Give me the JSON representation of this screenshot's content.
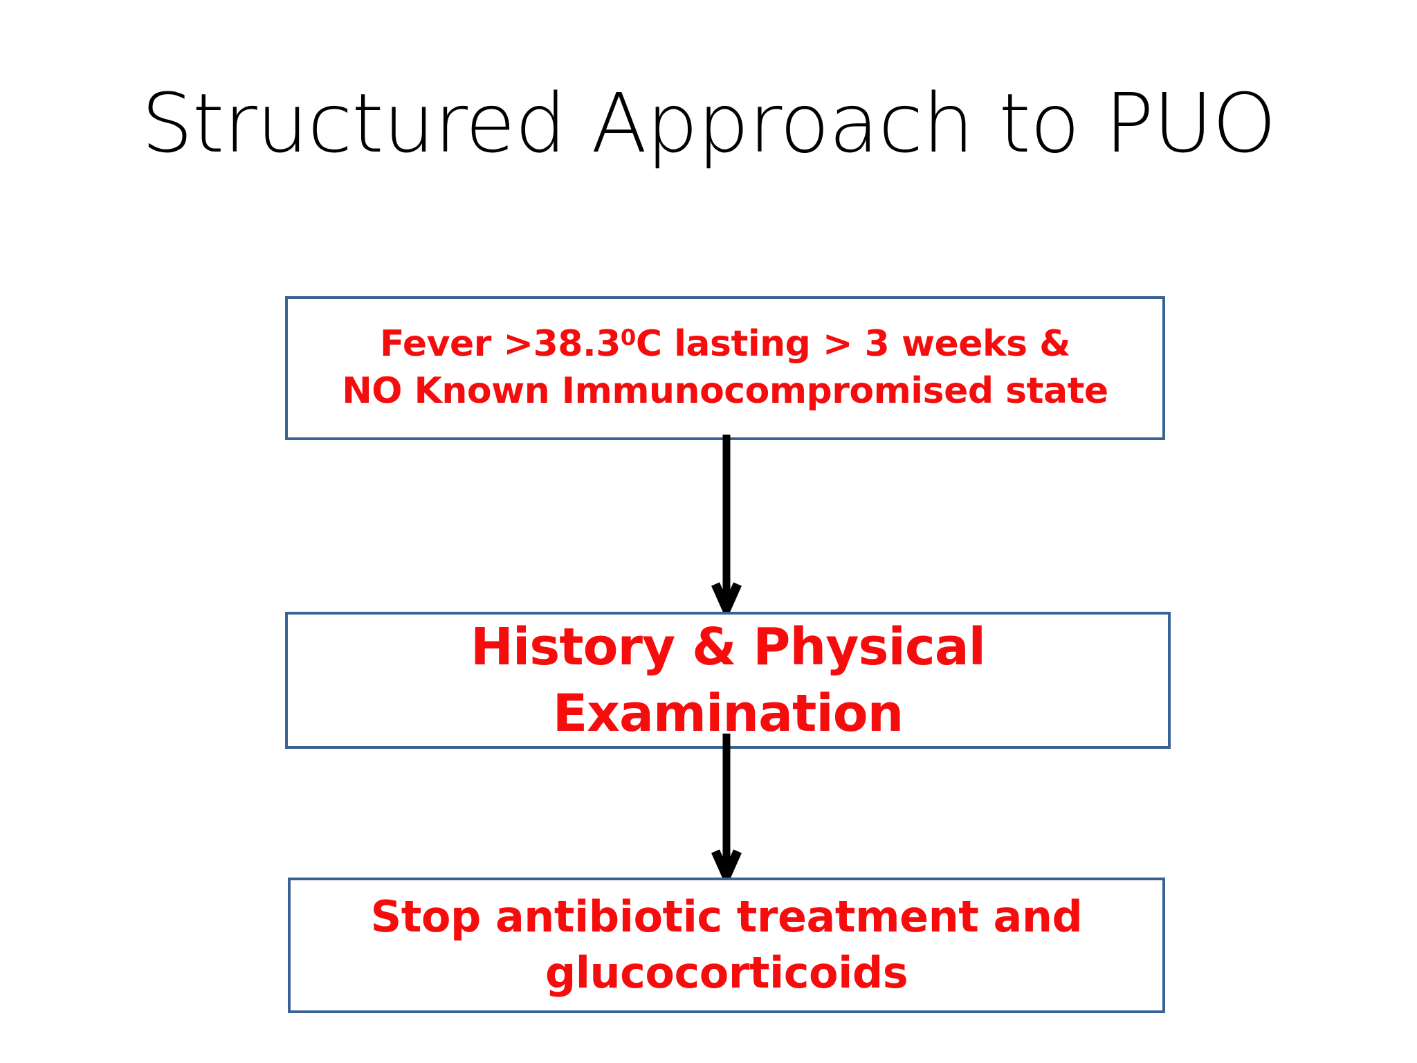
{
  "slide": {
    "title": "Structured Approach to PUO",
    "background_color": "#FFFFFF"
  },
  "theme": {
    "box_border_color": "#3A6294",
    "box_fill_color": "#FFFFFF",
    "box_text_color": "#F50D0D",
    "title_text_color": "#000000",
    "arrow_color": "#000000"
  },
  "flowchart": {
    "type": "vertical-flow",
    "nodes": [
      {
        "id": "criteria",
        "name": "puo-definition-box",
        "lines": [
          "Fever >38.3⁰C lasting > 3 weeks &",
          "NO Known Immunocompromised state"
        ],
        "line1_pre": "Fever >38.3",
        "line1_sup": "0",
        "line1_post": "C lasting > 3 weeks &",
        "line2": "NO Known Immunocompromised state"
      },
      {
        "id": "history",
        "name": "history-exam-box",
        "lines": [
          "History & Physical Examination"
        ],
        "line1": "History & Physical Examination"
      },
      {
        "id": "stop",
        "name": "stop-treatment-box",
        "lines": [
          "Stop antibiotic treatment and",
          "glucocorticoids"
        ],
        "line1": "Stop antibiotic treatment and",
        "line2": "glucocorticoids"
      }
    ],
    "edges": [
      {
        "id": "edge-1",
        "from": "criteria",
        "to": "history",
        "label": "",
        "style": "solid-arrow-down"
      },
      {
        "id": "edge-2",
        "from": "history",
        "to": "stop",
        "label": "",
        "style": "solid-arrow-down"
      }
    ]
  }
}
